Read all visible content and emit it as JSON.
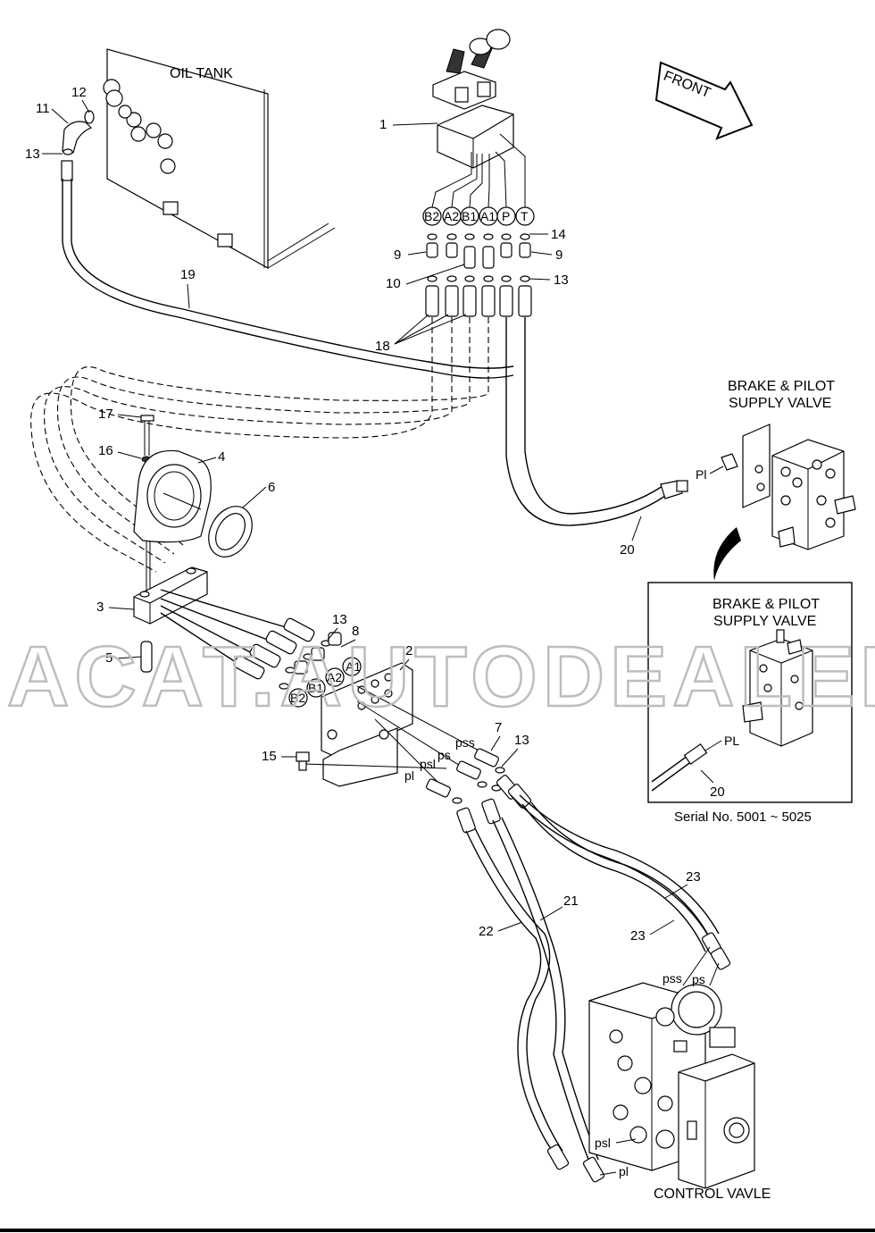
{
  "titles": {
    "oil_tank": "OIL TANK",
    "front": "FRONT",
    "brake_valve_line1": "BRAKE & PILOT",
    "brake_valve_line2": "SUPPLY VALVE",
    "inset_line1": "BRAKE & PILOT",
    "inset_line2": "SUPPLY VALVE",
    "serial": "Serial No. 5001 ~ 5025",
    "control_valve": "CONTROL VAVLE"
  },
  "watermark": "ACAT.AUTODEALER.RU",
  "ports": {
    "B2": "B2",
    "A2": "A2",
    "B1": "B1",
    "A1": "A1",
    "P": "P",
    "T": "T",
    "pl_upper": "Pl",
    "pl_inset": "PL",
    "pss": "pss",
    "ps": "ps",
    "psl": "psl",
    "pl": "pl"
  },
  "callouts": {
    "c1": "1",
    "c2": "2",
    "c3": "3",
    "c4": "4",
    "c5": "5",
    "c6": "6",
    "c7": "7",
    "c8": "8",
    "c9a": "9",
    "c9b": "9",
    "c10": "10",
    "c11": "11",
    "c12": "12",
    "c13a": "13",
    "c13b": "13",
    "c13c": "13",
    "c13d": "13",
    "c14": "14",
    "c15": "15",
    "c16": "16",
    "c17": "17",
    "c18": "18",
    "c19": "19",
    "c20a": "20",
    "c20b": "20",
    "c21": "21",
    "c22": "22",
    "c23a": "23",
    "c23b": "23"
  }
}
